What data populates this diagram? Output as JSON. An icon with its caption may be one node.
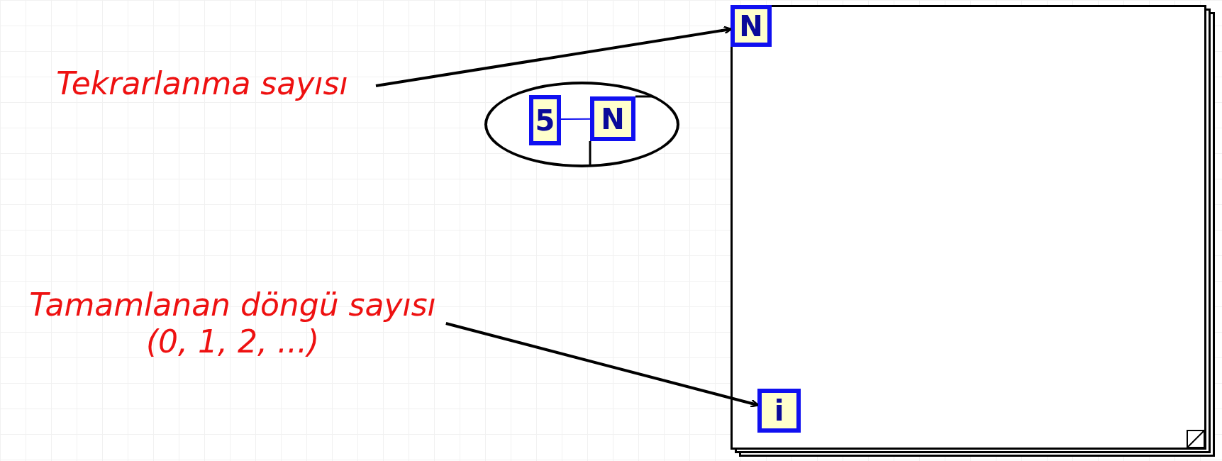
{
  "diagram": {
    "nodes": [
      {
        "text": [
          "Tekrarlanma sayısı"
        ]
      },
      {
        "text": [
          "Tamamlanan döngü sayısı (0, 1, 2, ...)"
        ]
      },
      {
        "text": [],
        "shape": "box"
      },
      {
        "text": [
          "N"
        ],
        "in": 2
      },
      {
        "text": [
          "i"
        ],
        "in": 2
      },
      {
        "text": [],
        "shape": "ellipse"
      },
      {
        "text": [
          "5"
        ],
        "in": 5
      },
      {
        "text": [
          "N"
        ],
        "in": 5
      }
    ],
    "edges": [
      {
        "from": 0,
        "to": 3,
        "arrow": "to"
      },
      {
        "from": 1,
        "to": 4,
        "arrow": "to"
      },
      {
        "from": 6,
        "to": 7,
        "arrow": "none",
        "color": "#1010f0"
      }
    ]
  }
}
